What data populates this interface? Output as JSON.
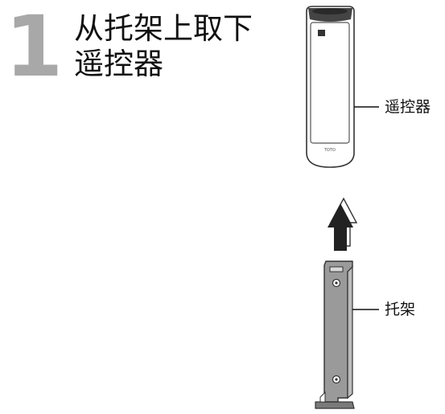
{
  "step": {
    "number": "1",
    "title_lines": [
      "从托架上取下",
      "遥控器"
    ]
  },
  "callouts": {
    "remote": "遥控器",
    "bracket": "托架"
  },
  "remote_brand": "TOTO",
  "colors": {
    "step_number": "#a8a8a8",
    "text": "#111111",
    "remote_top": "#444444",
    "bracket_fill": "#9a9a9a",
    "arrow_fill": "#222222",
    "outline": "#333333"
  },
  "icons": [
    "up-arrow-icon"
  ]
}
